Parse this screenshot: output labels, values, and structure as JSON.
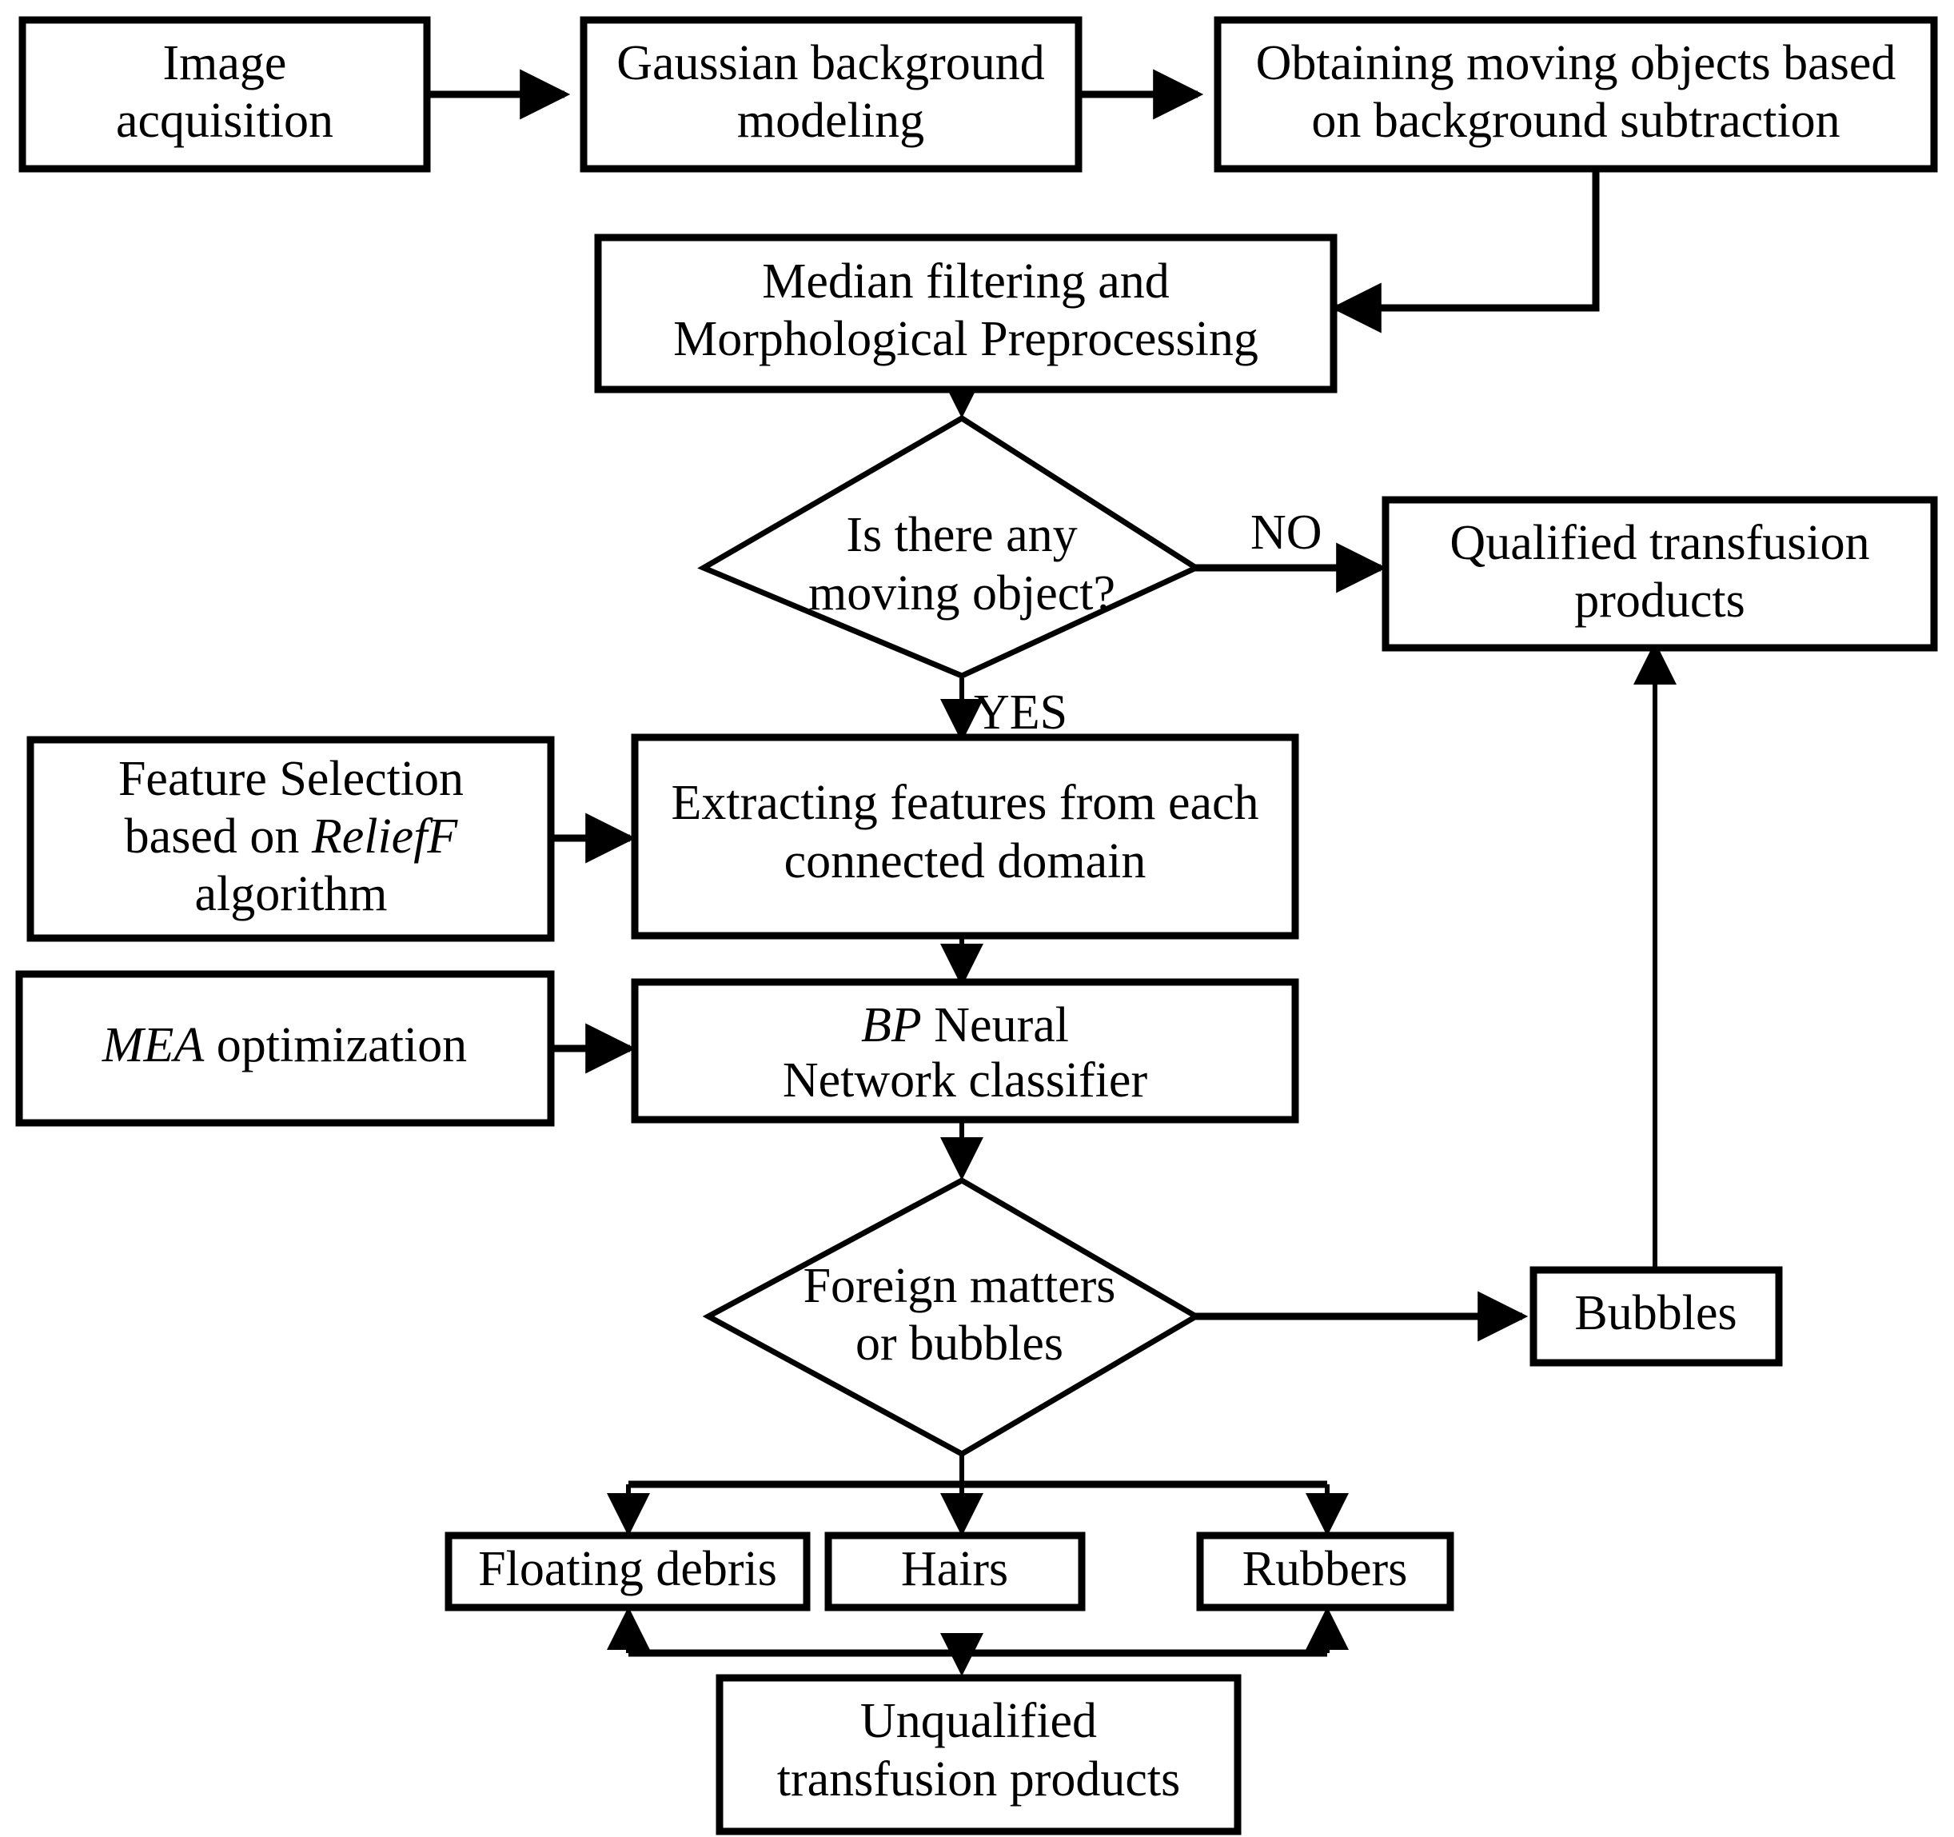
{
  "diagram": {
    "title": "Transfusion product foreign matter detection flowchart",
    "colors": {
      "stroke": "#000000",
      "fill": "#ffffff",
      "text": "#000000"
    },
    "nodes": {
      "image_acquisition": {
        "line1": "Image",
        "line2": "acquisition",
        "shape": "rect"
      },
      "gaussian_background_modeling": {
        "line1": "Gaussian background",
        "line2": "modeling",
        "shape": "rect"
      },
      "obtaining_moving_objects": {
        "line1": "Obtaining moving objects based",
        "line2": "on background subtraction",
        "shape": "rect"
      },
      "median_filtering": {
        "line1": "Median filtering and",
        "line2": "Morphological Preprocessing",
        "shape": "rect"
      },
      "is_there_any_moving_object": {
        "line1": "Is there any",
        "line2": "moving object?",
        "shape": "diamond"
      },
      "qualified_transfusion_products": {
        "line1": "Qualified transfusion",
        "line2": "products",
        "shape": "rect"
      },
      "feature_selection": {
        "line1": "Feature Selection",
        "line2_pre": "based on ",
        "line2_em": "ReliefF",
        "line3": "algorithm",
        "shape": "rect"
      },
      "extracting_features": {
        "line1": "Extracting features from each",
        "line2": "connected domain",
        "shape": "rect"
      },
      "mea_optimization": {
        "line1_em": "MEA",
        "line1_post": " optimization",
        "shape": "rect"
      },
      "bp_neural_network_classifier": {
        "line1_em": "BP",
        "line1_post": " Neural",
        "line2": "Network classifier",
        "shape": "rect"
      },
      "foreign_matters_or_bubbles": {
        "line1": "Foreign matters",
        "line2": "or bubbles",
        "shape": "diamond"
      },
      "bubbles": {
        "line1": "Bubbles",
        "shape": "rect"
      },
      "floating_debris": {
        "line1": "Floating debris",
        "shape": "rect"
      },
      "hairs": {
        "line1": "Hairs",
        "shape": "rect"
      },
      "rubbers": {
        "line1": "Rubbers",
        "shape": "rect"
      },
      "unqualified_transfusion_products": {
        "line1": "Unqualified",
        "line2": "transfusion products",
        "shape": "rect"
      }
    },
    "edge_labels": {
      "no": "NO",
      "yes": "YES"
    }
  }
}
